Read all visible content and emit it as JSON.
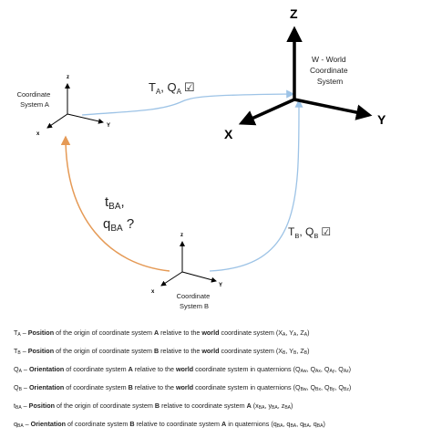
{
  "colors": {
    "arrow_blue": "#9dc3e6",
    "arrow_orange": "#e59a56",
    "axis": "#000000"
  },
  "world": {
    "label_lines": [
      "W - World",
      "Coordinate",
      "System"
    ],
    "z": "Z",
    "x": "X",
    "y": "Y"
  },
  "system_a": {
    "label_lines": [
      "Coordinate",
      "System A"
    ],
    "z": "z",
    "x": "x",
    "y": "Y"
  },
  "system_b": {
    "label_lines": [
      "Coordinate",
      "System B"
    ],
    "z": "z",
    "x": "x",
    "y": "Y"
  },
  "labels": {
    "ta_qa": {
      "t": "T",
      "t_sub": "A",
      "sep": ", ",
      "q": "Q",
      "q_sub": "A",
      "check": "☑"
    },
    "tb_qb": {
      "t": "T",
      "t_sub": "B",
      "sep": ", ",
      "q": "Q",
      "q_sub": "B",
      "check": "☑"
    },
    "tba": {
      "t": "t",
      "t_sub": "BA",
      "comma": ",",
      "q": "q",
      "q_sub": "BA",
      "question": " ?"
    }
  },
  "legend": [
    {
      "sym": "T",
      "sub": "A",
      "dash": " – ",
      "bold": "Position",
      "mid1": " of the origin of coordinate system ",
      "bold2": "A",
      "mid2": " relative to the ",
      "bold3": "world",
      "tail": " coordinate system (X",
      "sub_tail": "A",
      "t2": ", Y",
      "s2": "A",
      "t3": ", Z",
      "s3": "A",
      "t4": ")"
    },
    {
      "sym": "T",
      "sub": "B",
      "dash": " – ",
      "bold": "Position",
      "mid1": " of the origin of coordinate system ",
      "bold2": "B",
      "mid2": " relative to the ",
      "bold3": "world",
      "tail": " coordinate system (X",
      "sub_tail": "B",
      "t2": ", Y",
      "s2": "B",
      "t3": ", Z",
      "s3": "B",
      "t4": ")"
    },
    {
      "sym": "Q",
      "sub": "A",
      "dash": " – ",
      "bold": "Orientation",
      "mid1": " of coordinate system ",
      "bold2": "A",
      "mid2": " relative to the ",
      "bold3": "world",
      "tail": " coordinate system in quaternions (Q",
      "sub_tail": "Aw",
      "t2": ", Q",
      "s2": "Ax",
      "t3": ", Q",
      "s3": "Ay",
      "t4": ", Q",
      "s4": "Az",
      "t5": ")"
    },
    {
      "sym": "Q",
      "sub": "B",
      "dash": " – ",
      "bold": "Orientation",
      "mid1": " of coordinate system ",
      "bold2": "B",
      "mid2": " relative to the ",
      "bold3": "world",
      "tail": " coordinate system in quaternions (Q",
      "sub_tail": "Bw",
      "t2": ", Q",
      "s2": "Bx",
      "t3": ", Q",
      "s3": "By",
      "t4": ", Q",
      "s4": "Bz",
      "t5": ")"
    },
    {
      "sym": "t",
      "sub": "BA",
      "dash": " – ",
      "bold": "Position",
      "mid1": " of the origin of coordinate system ",
      "bold2": "B",
      "mid2": " relative to coordinate system ",
      "bold3": "A",
      "tail": " (x",
      "sub_tail": "BA",
      "t2": ", y",
      "s2": "BA",
      "t3": ", z",
      "s3": "BA",
      "t4": ")"
    },
    {
      "sym": "q",
      "sub": "BA",
      "dash": " – ",
      "bold": "Orientation",
      "mid1": " of coordinate system ",
      "bold2": "B",
      "mid2": " relative to coordinate system ",
      "bold3": "A",
      "tail": " in quaternions (q",
      "sub_tail": "BA",
      "t2": ", q",
      "s2": "BA",
      "t3": ", q",
      "s3": "BA",
      "t4": ", q",
      "s4": "BA",
      "t5": ")"
    }
  ]
}
